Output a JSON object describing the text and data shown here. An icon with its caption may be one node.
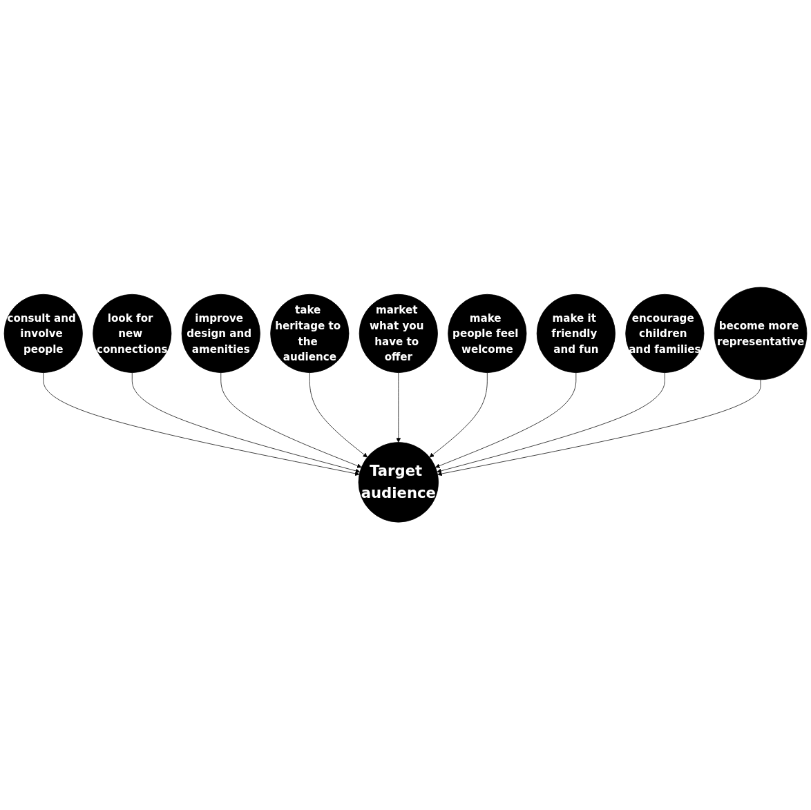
{
  "diagram": {
    "nodes": [
      {
        "text": [
          "Target audience"
        ]
      },
      {
        "text": [
          "consult and involve people"
        ]
      },
      {
        "text": [
          "look for new connections"
        ]
      },
      {
        "text": [
          "improve design and amenities"
        ]
      },
      {
        "text": [
          "take heritage to the audience"
        ]
      },
      {
        "text": [
          "market what you have to offer"
        ]
      },
      {
        "text": [
          "make people feel welcome"
        ]
      },
      {
        "text": [
          "make it friendly and fun"
        ]
      },
      {
        "text": [
          "encourage children and families"
        ]
      },
      {
        "text": [
          "become more representative"
        ]
      }
    ],
    "edges": [
      {
        "from": 1,
        "to": 0,
        "arrow": "to"
      },
      {
        "from": 2,
        "to": 0,
        "arrow": "to"
      },
      {
        "from": 3,
        "to": 0,
        "arrow": "to"
      },
      {
        "from": 4,
        "to": 0,
        "arrow": "to"
      },
      {
        "from": 5,
        "to": 0,
        "arrow": "to"
      },
      {
        "from": 6,
        "to": 0,
        "arrow": "to"
      },
      {
        "from": 7,
        "to": 0,
        "arrow": "to"
      },
      {
        "from": 8,
        "to": 0,
        "arrow": "to"
      },
      {
        "from": 9,
        "to": 0,
        "arrow": "to"
      }
    ]
  }
}
